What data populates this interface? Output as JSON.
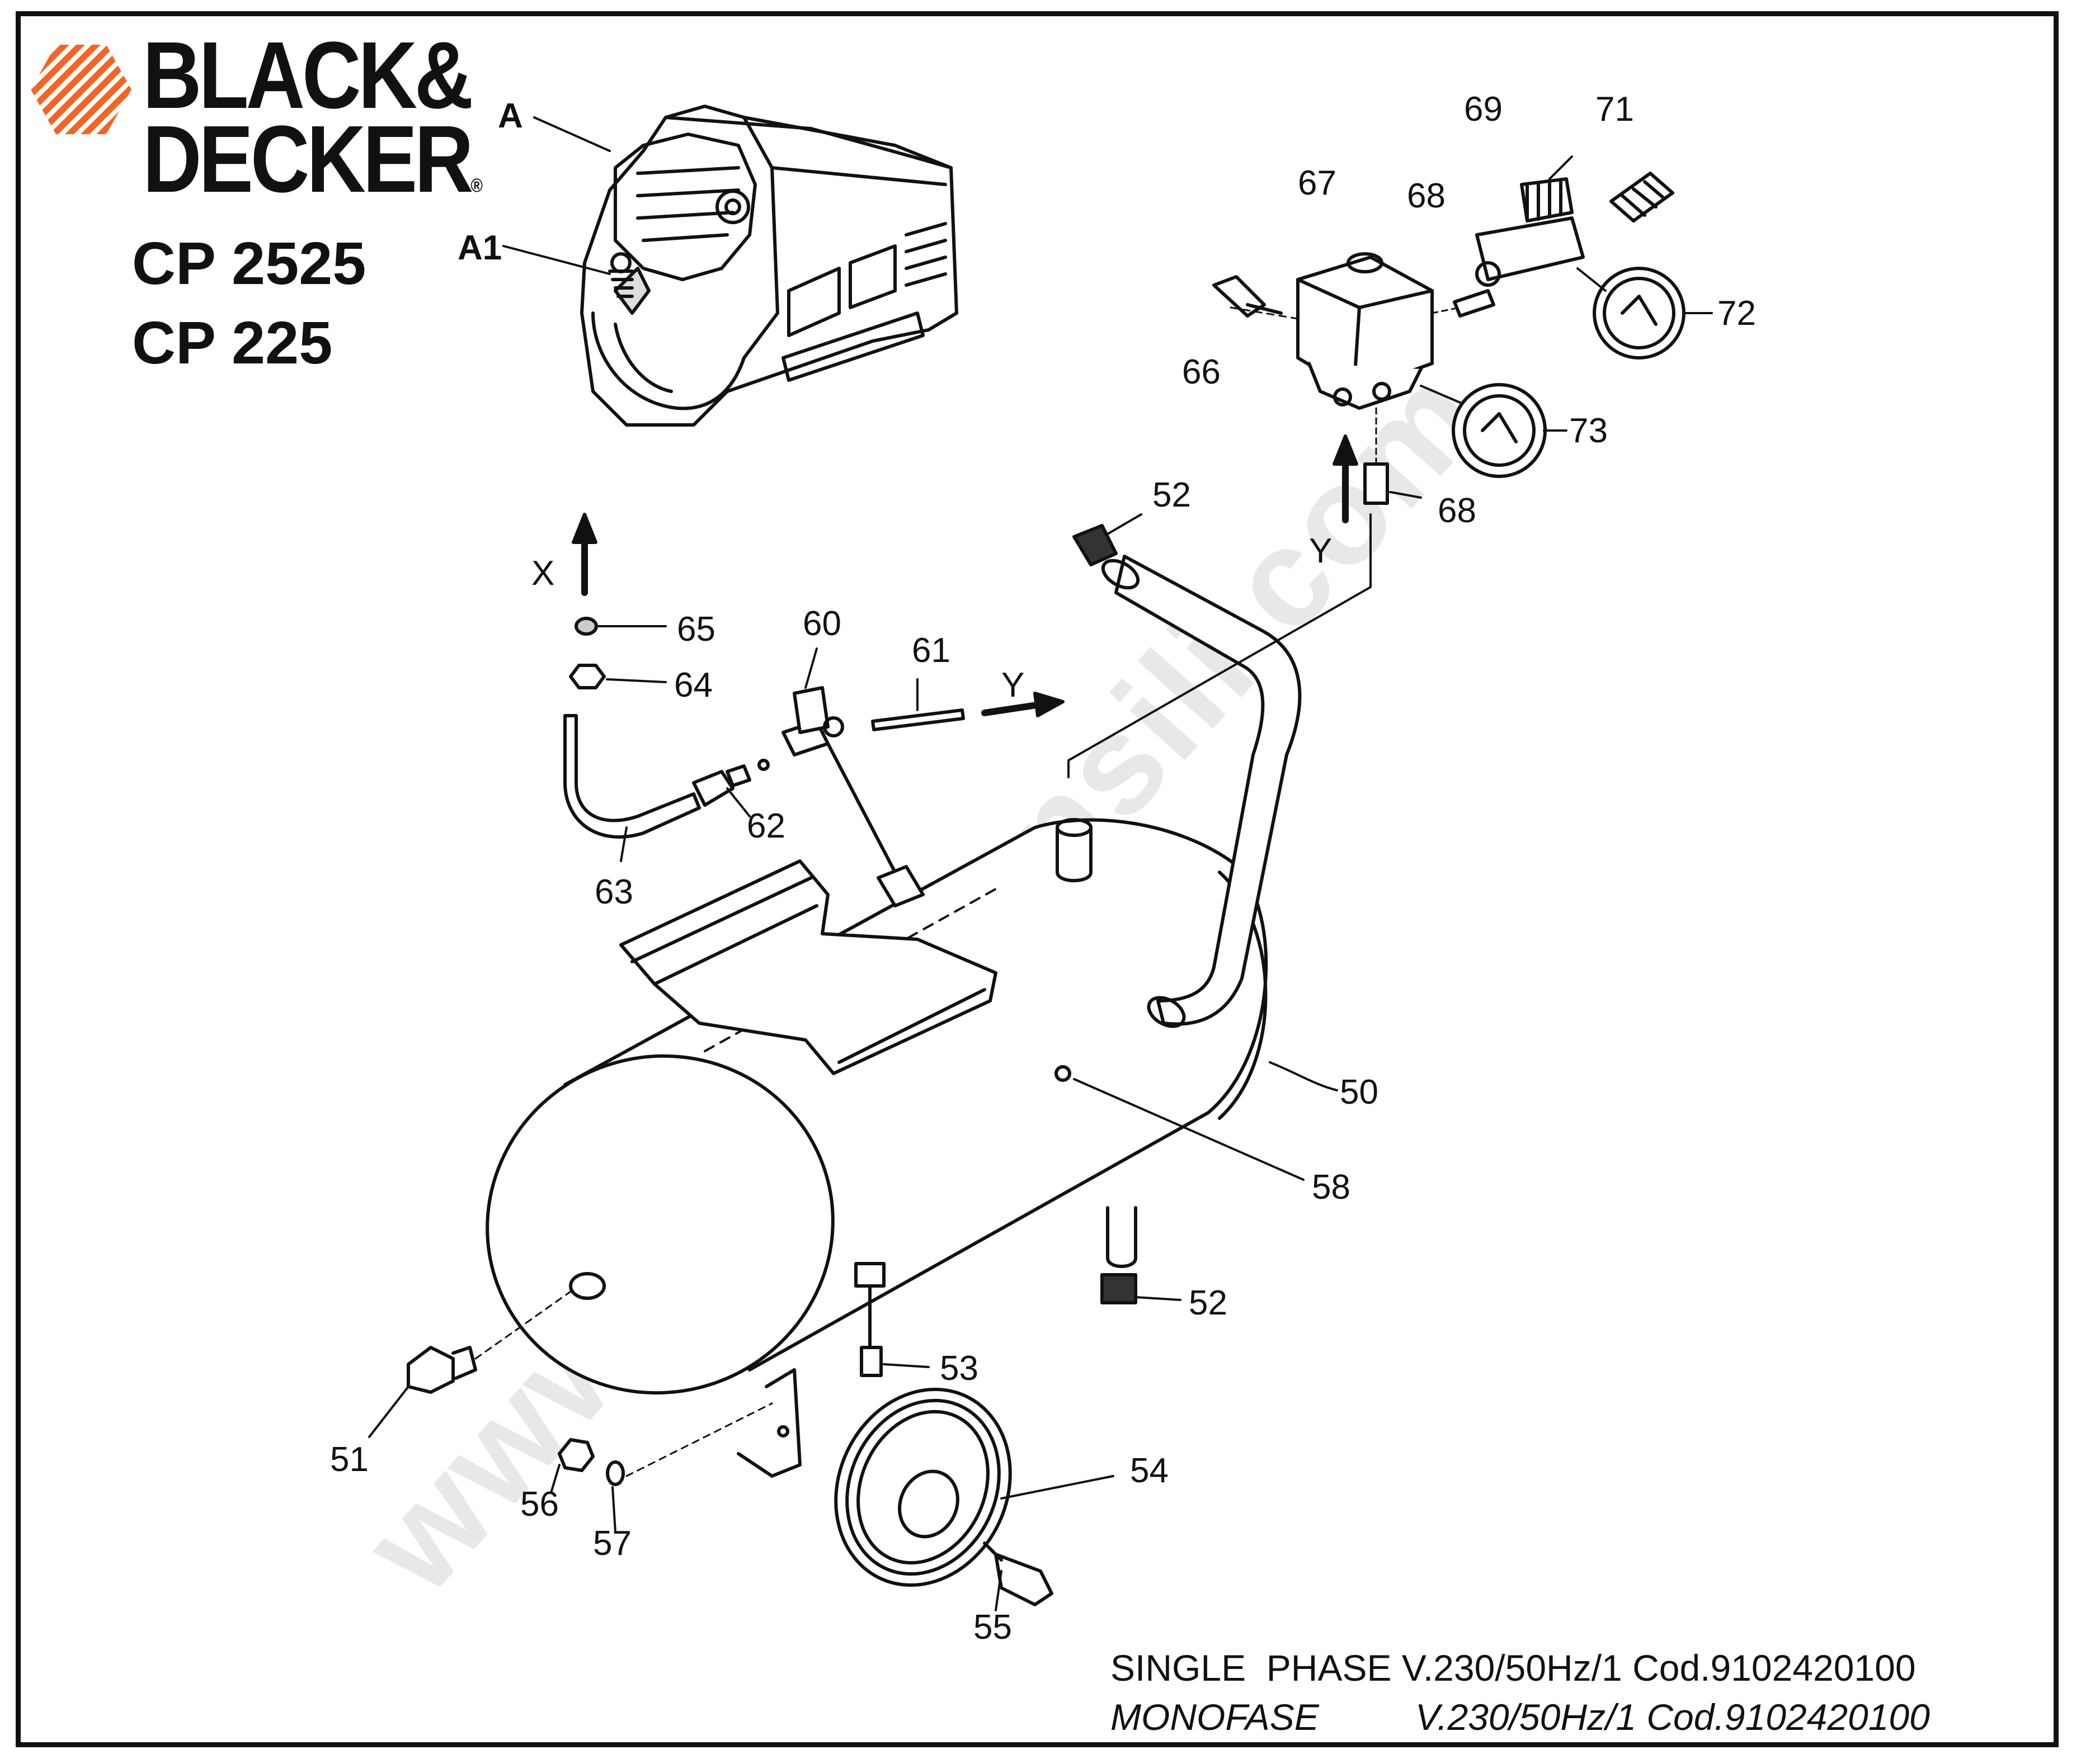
{
  "brand": {
    "line1": "BLACK&",
    "line2": "DECKER",
    "registered": "®",
    "logo_color": "#f26522"
  },
  "models": [
    "CP 2525",
    "CP 225"
  ],
  "watermark": "www.bricoutensili.com",
  "callouts": {
    "A": "A",
    "A1": "A1",
    "X": "X",
    "Y_top": "Y",
    "Y_mid": "Y",
    "p50": "50",
    "p51": "51",
    "p52a": "52",
    "p52b": "52",
    "p53": "53",
    "p54": "54",
    "p55": "55",
    "p56": "56",
    "p57": "57",
    "p58": "58",
    "p60": "60",
    "p61": "61",
    "p62": "62",
    "p63": "63",
    "p64": "64",
    "p65": "65",
    "p66": "66",
    "p67": "67",
    "p68a": "68",
    "p68b": "68",
    "p69": "69",
    "p71": "71",
    "p72": "72",
    "p73": "73"
  },
  "footer": {
    "line1_label": "SINGLE  PHASE",
    "line1_spec": "V.230/50Hz/1 Cod.9102420100",
    "line2_label": "MONOFASE",
    "line2_spec": "V.230/50Hz/1 Cod.9102420100"
  }
}
